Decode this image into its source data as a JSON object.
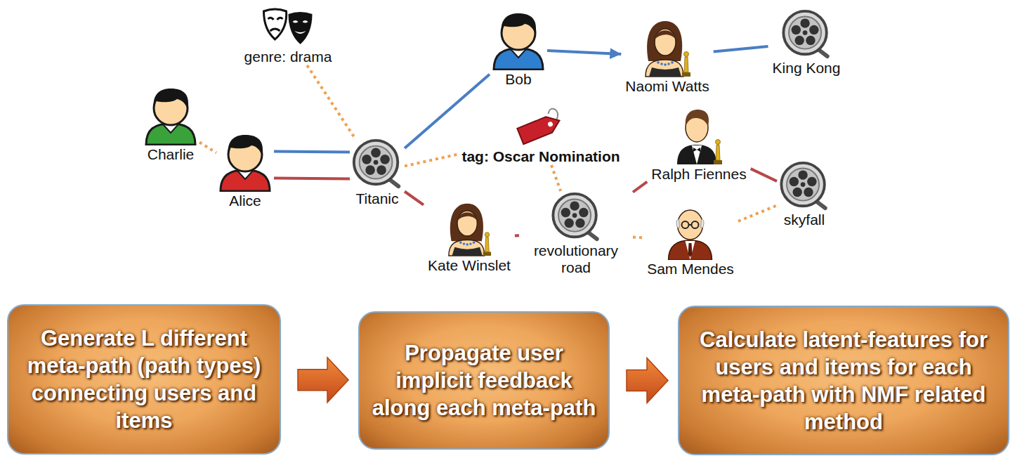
{
  "diagram": {
    "nodes": [
      {
        "text": [
          "genre: drama"
        ]
      },
      {
        "text": [
          "Charlie"
        ]
      },
      {
        "text": [
          "Alice"
        ]
      },
      {
        "text": [
          "Titanic"
        ]
      },
      {
        "text": [
          "Bob"
        ]
      },
      {
        "text": [
          "Naomi Watts"
        ]
      },
      {
        "text": [
          "King Kong"
        ]
      },
      {
        "text": [
          "tag: Oscar Nomination"
        ]
      },
      {
        "text": [
          "Ralph Fiennes"
        ]
      },
      {
        "text": [
          "Kate Winslet"
        ]
      },
      {
        "text": [
          "revolutionary road"
        ]
      },
      {
        "text": [
          "Sam Mendes"
        ]
      },
      {
        "text": [
          "skyfall"
        ]
      },
      {
        "text": [
          "Generate L different meta-path (path types) connecting users and items"
        ]
      },
      {
        "text": [
          "Propagate user implicit feedback along each meta-path"
        ]
      },
      {
        "text": [
          "Calculate latent-features for users and items for each meta-path with NMF related method"
        ]
      }
    ],
    "edges": [
      {
        "from": 1,
        "to": 2,
        "arrow": "none"
      },
      {
        "from": 0,
        "to": 3,
        "arrow": "none"
      },
      {
        "from": 2,
        "to": 3,
        "arrow": "none"
      },
      {
        "from": 2,
        "to": 3,
        "arrow": "none"
      },
      {
        "from": 3,
        "to": 4,
        "arrow": "none"
      },
      {
        "from": 4,
        "to": 5,
        "arrow": "to"
      },
      {
        "from": 5,
        "to": 6,
        "arrow": "none"
      },
      {
        "from": 3,
        "to": 7,
        "arrow": "none"
      },
      {
        "from": 7,
        "to": 10,
        "arrow": "none"
      },
      {
        "from": 3,
        "to": 9,
        "arrow": "none"
      },
      {
        "from": 9,
        "to": 10,
        "arrow": "none"
      },
      {
        "from": 10,
        "to": 8,
        "arrow": "none"
      },
      {
        "from": 8,
        "to": 12,
        "arrow": "none"
      },
      {
        "from": 10,
        "to": 11,
        "arrow": "none"
      },
      {
        "from": 11,
        "to": 12,
        "arrow": "none"
      },
      {
        "from": 13,
        "to": 14,
        "arrow": "to"
      },
      {
        "from": 14,
        "to": 15,
        "arrow": "to"
      }
    ]
  }
}
